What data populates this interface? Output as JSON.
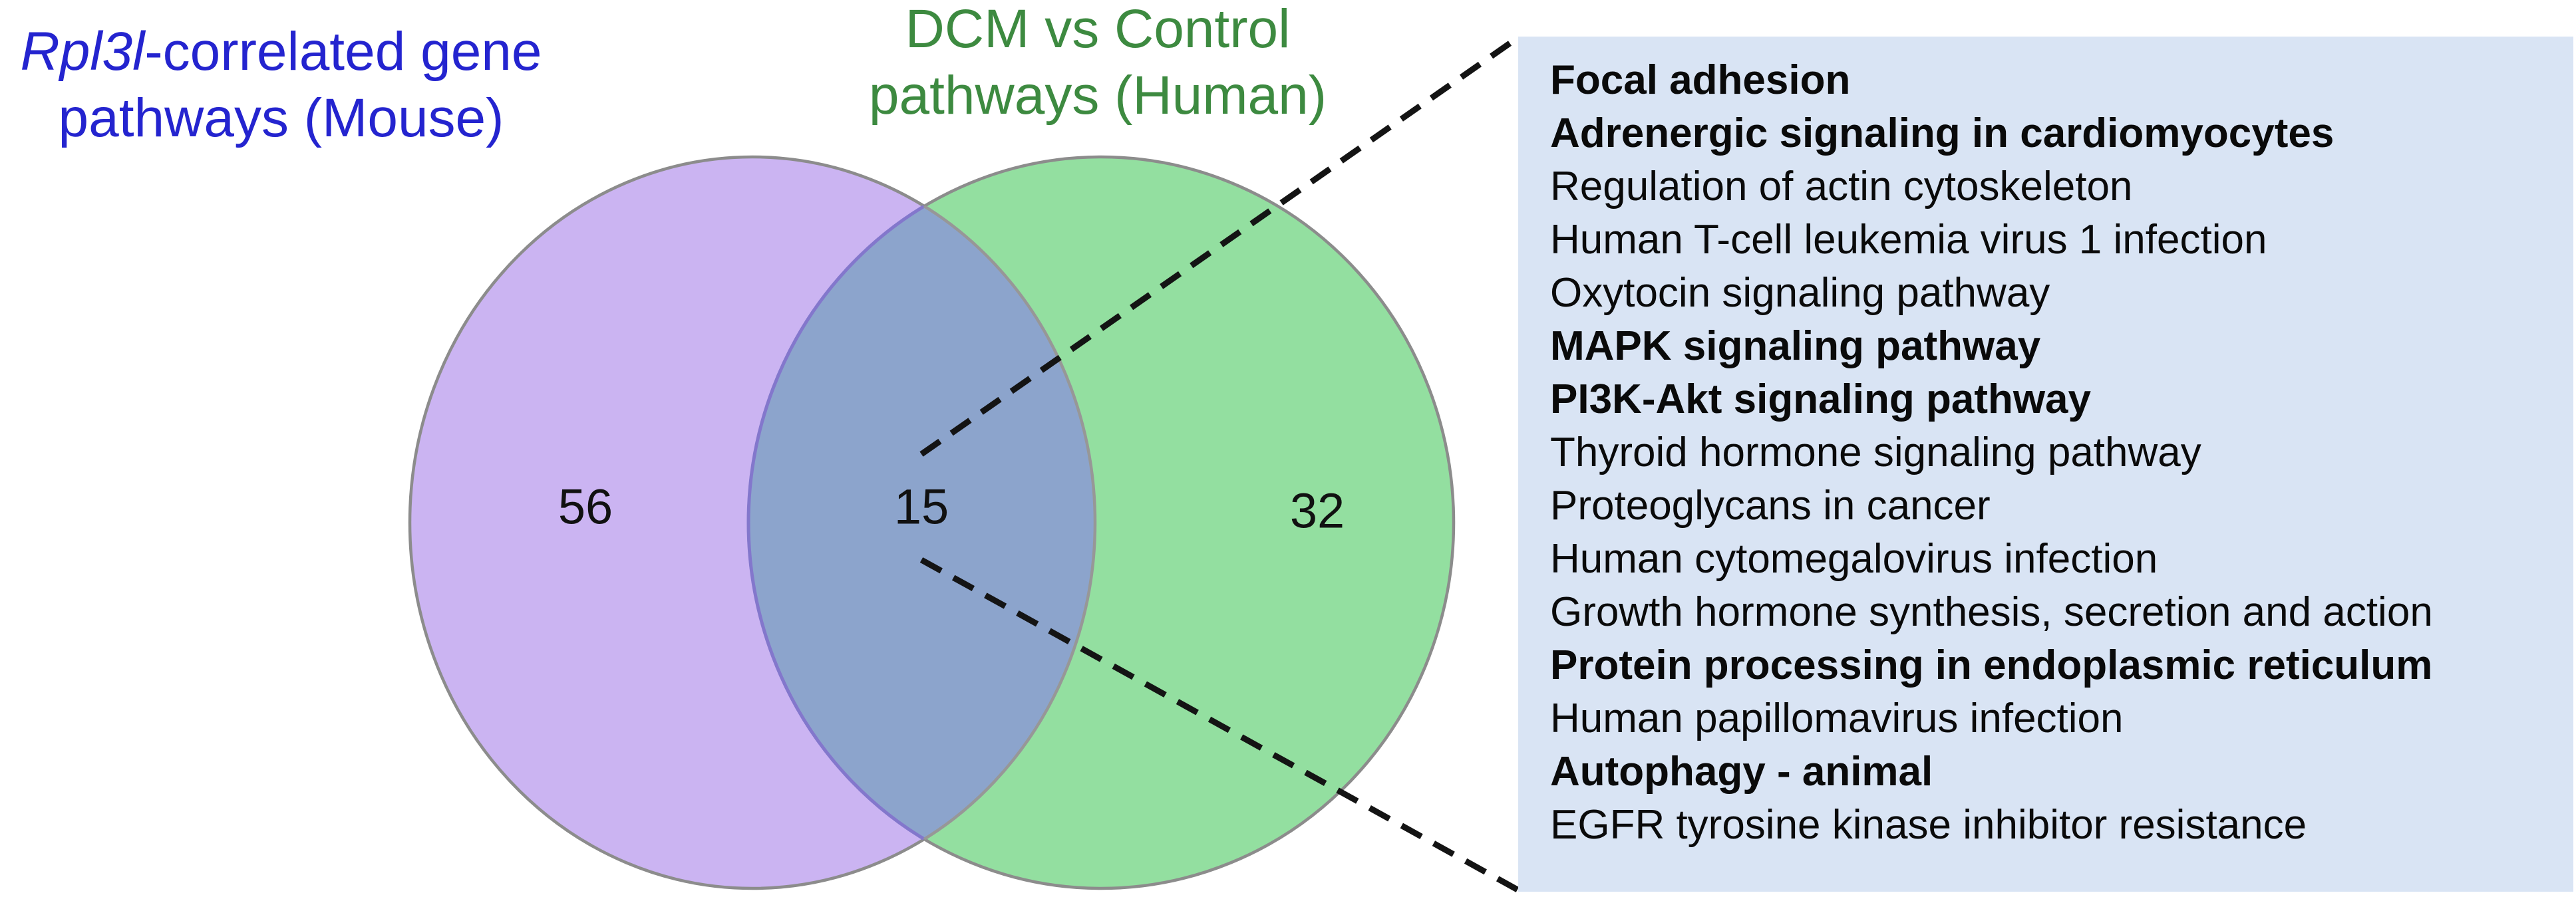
{
  "venn": {
    "left_label": {
      "gene": "Rpl3l",
      "line1_rest": "-correlated gene",
      "line2": "pathways (Mouse)"
    },
    "right_label": {
      "line1": "DCM vs Control",
      "line2": "pathways (Human)"
    },
    "left_count": "56",
    "overlap_count": "15",
    "right_count": "32",
    "colors": {
      "mouse_fill": "#CBB4F2",
      "human_fill": "#93DFA0",
      "overlap_fill": "#8CA4CC",
      "circle_stroke": "#8C8C8C",
      "mouse_label_color": "#2424CF",
      "human_label_color": "#3D8A40",
      "panel_background": "#D9E4F4",
      "callout_line_color": "#141414"
    }
  },
  "panel": {
    "items": [
      {
        "label": "Focal adhesion",
        "bold": true
      },
      {
        "label": "Adrenergic signaling in cardiomyocytes",
        "bold": true
      },
      {
        "label": "Regulation of actin cytoskeleton",
        "bold": false
      },
      {
        "label": "Human T-cell leukemia virus 1 infection",
        "bold": false
      },
      {
        "label": "Oxytocin signaling pathway",
        "bold": false
      },
      {
        "label": "MAPK signaling pathway",
        "bold": true
      },
      {
        "label": "PI3K-Akt signaling pathway",
        "bold": true
      },
      {
        "label": "Thyroid hormone signaling pathway",
        "bold": false
      },
      {
        "label": "Proteoglycans in cancer",
        "bold": false
      },
      {
        "label": "Human cytomegalovirus infection",
        "bold": false
      },
      {
        "label": "Growth hormone synthesis, secretion and action",
        "bold": false
      },
      {
        "label": "Protein processing in endoplasmic reticulum",
        "bold": true
      },
      {
        "label": "Human papillomavirus infection",
        "bold": false
      },
      {
        "label": "Autophagy - animal",
        "bold": true
      },
      {
        "label": "EGFR tyrosine kinase inhibitor resistance",
        "bold": false
      }
    ]
  }
}
